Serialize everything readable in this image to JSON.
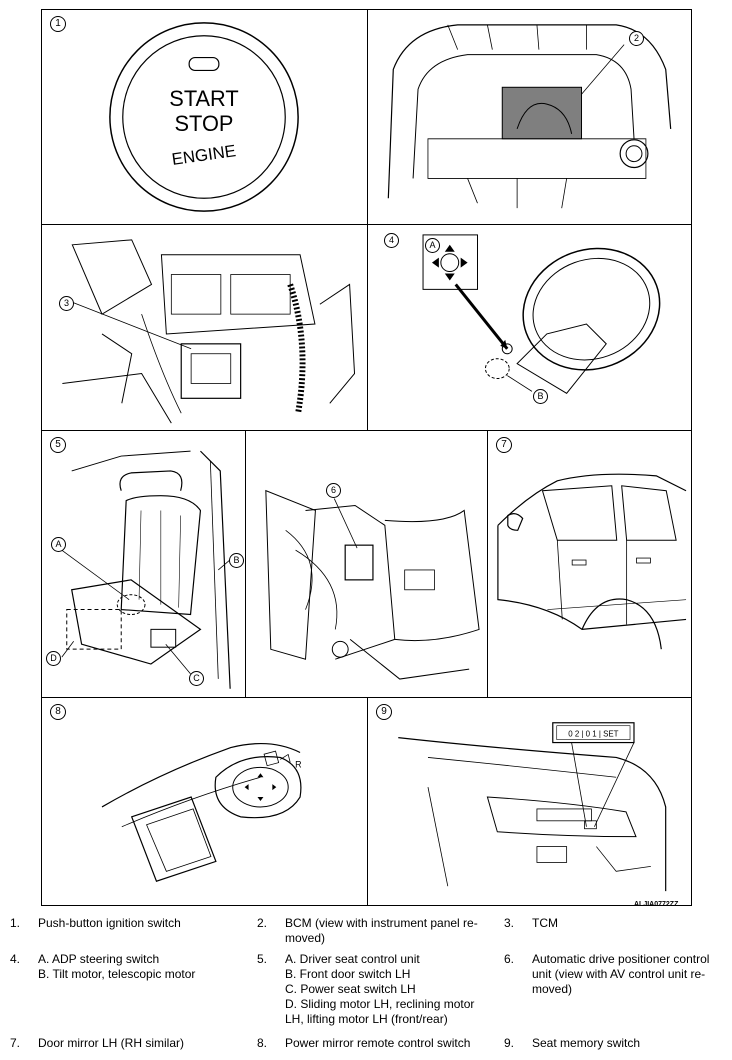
{
  "panels": [
    {
      "id": "1"
    },
    {
      "id": "2"
    },
    {
      "id": "3"
    },
    {
      "id": "4"
    },
    {
      "id": "5"
    },
    {
      "id": "6"
    },
    {
      "id": "7"
    },
    {
      "id": "8"
    },
    {
      "id": "9"
    }
  ],
  "start_button": {
    "line1": "START",
    "line2": "STOP",
    "line3": "ENGINE"
  },
  "callouts": {
    "a": "A",
    "b": "B",
    "c": "C",
    "d": "D",
    "two": "2",
    "three": "3",
    "four": "4",
    "six": "6"
  },
  "memory_switch": {
    "label": "0 2 | 0 1 | SET"
  },
  "figure_code": "ALJIA0772ZZ",
  "legend": [
    {
      "n": "1.",
      "text": "Push-button ignition switch"
    },
    {
      "n": "2.",
      "text": "BCM (view with instrument panel re-\nmoved)"
    },
    {
      "n": "3.",
      "text": "TCM"
    },
    {
      "n": "4.",
      "text": "A. ADP steering switch\nB. Tilt motor, telescopic motor"
    },
    {
      "n": "5.",
      "text": "A. Driver seat control unit\nB. Front door switch LH\nC. Power seat switch LH\nD. Sliding motor LH, reclining motor\nLH, lifting motor LH (front/rear)"
    },
    {
      "n": "6.",
      "text": "Automatic drive positioner control\nunit (view with AV control unit re-\nmoved)"
    },
    {
      "n": "7.",
      "text": "Door mirror LH (RH similar)"
    },
    {
      "n": "8.",
      "text": "Power mirror remote control switch"
    },
    {
      "n": "9.",
      "text": "Seat memory switch"
    }
  ]
}
